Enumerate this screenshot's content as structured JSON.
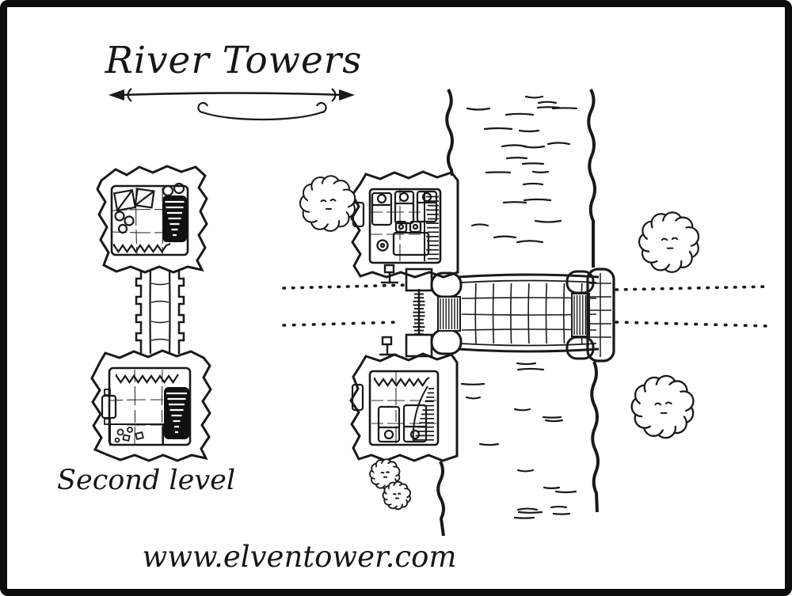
{
  "page": {
    "background_color": "#ffffff",
    "frame_color": "#0d0d0d",
    "ink_color": "#191919"
  },
  "map": {
    "title": "River Towers",
    "level_label": "Second level",
    "watermark": "www.elventower.com",
    "features": [
      "upper-tower-floorplan",
      "lower-tower-floorplan",
      "connecting-corridor",
      "riverside-upper-tower-room",
      "riverside-lower-tower-room",
      "portcullis-gate",
      "stone-bridge",
      "river",
      "bushes",
      "dotted-road"
    ]
  }
}
